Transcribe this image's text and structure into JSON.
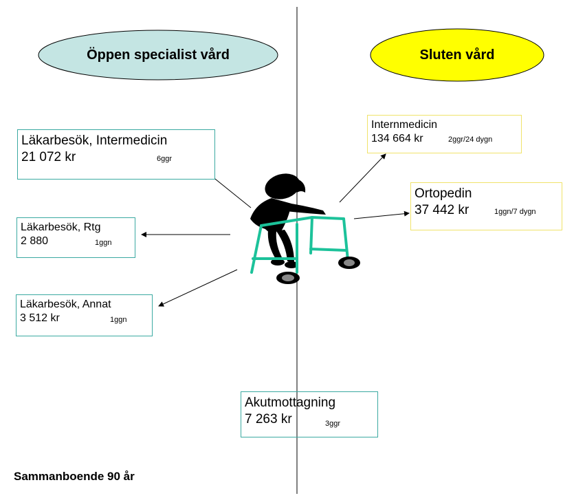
{
  "sections": {
    "left": "Öppen specialist vård",
    "right": "Sluten vård"
  },
  "boxes": {
    "lak_intermedicin": {
      "title": "Läkarbesök, Intermedicin",
      "amount": "21 072 kr",
      "freq": "6ggr"
    },
    "lak_rtg": {
      "title": "Läkarbesök, Rtg",
      "amount": "2 880",
      "freq": "1ggn"
    },
    "lak_annat": {
      "title": "Läkarbesök, Annat",
      "amount": "3 512 kr",
      "freq": "1ggn"
    },
    "internmedicin": {
      "title": "Internmedicin",
      "amount": "134 664 kr",
      "freq": "2ggr/24 dygn"
    },
    "ortopedin": {
      "title": "Ortopedin",
      "amount": "37 442 kr",
      "freq": "1ggn/7 dygn"
    },
    "akutmottagning": {
      "title": "Akutmottagning",
      "amount": "7 263 kr",
      "freq": "3ggr"
    }
  },
  "footer": "Sammanboende 90 år",
  "colors": {
    "left_ellipse": "#c4e5e3",
    "right_ellipse": "#ffff00",
    "teal_border": "#3aa9a1",
    "yellow_border": "#f0e36a",
    "walker": "#1cc29a"
  },
  "icons": [
    "person-with-walker-icon"
  ]
}
